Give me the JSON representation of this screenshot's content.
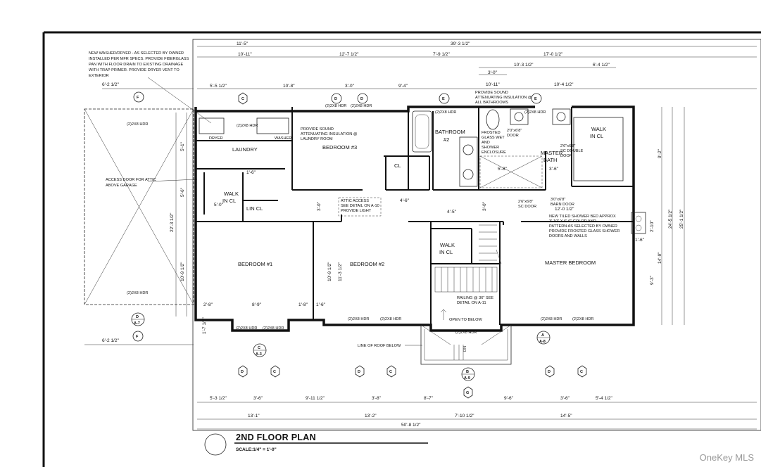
{
  "title": "2ND FLOOR PLAN",
  "scale": "SCALE:1/4\" = 1'-0\"",
  "watermark": "OneKey MLS",
  "rooms": {
    "laundry": "LAUNDRY",
    "bedroom3": "BEDROOM #3",
    "bathroom2_a": "BATHROOM",
    "bathroom2_b": "#2",
    "master_bath_a": "MASTER",
    "master_bath_b": "BATH",
    "walk_in_cl_master_a": "WALK",
    "walk_in_cl_master_b": "IN CL",
    "walk_in_cl_left_a": "WALK",
    "walk_in_cl_left_b": "IN CL",
    "lin_cl": "LIN CL",
    "cl": "CL",
    "bedroom1": "BEDROOM #1",
    "bedroom2": "BEDROOM #2",
    "walk_in_cl_center_a": "WALK",
    "walk_in_cl_center_b": "IN CL",
    "master_bedroom": "MASTER BEDROOM",
    "dryer": "DRYER",
    "washer": "WASHER"
  },
  "notes": {
    "washer_dryer": [
      "NEW WASHER/DRYER - AS SELECTED BY OWNER",
      "INSTALLED PER MFR SPECS. PROVIDE FIBERGLASS",
      "PAN WITH FLOOR DRAIN TO EXISTING DRAINAGE",
      "WITH TRAP PRIMER. PROVIDE DRYER VENT TO",
      "EXTERIOR"
    ],
    "laundry_insulation": [
      "PROVIDE SOUND",
      "ATTENUATING INSULATION @",
      "LAUNDRY ROOM"
    ],
    "bath_insulation": [
      "PROVIDE SOUND",
      "ATTENUATING INSULATION @",
      "ALL BATHROOMS"
    ],
    "attic_access": [
      "ACCESS DOOR FOR ATTIC",
      "ABOVE GARAGE"
    ],
    "attic_access2": [
      "ATTIC ACCESS",
      "SEE DETAIL ON A-10",
      "PROVIDE LIGHT"
    ],
    "frosted_glass": [
      "FROSTED",
      "GLASS WET",
      "AND",
      "SHOWER",
      "ENCLOSURE"
    ],
    "tiled_shower": [
      "NEW TILED SHOWER BED APPROX",
      "3'-10\" X 6'-6\" COLOR AND",
      "PATTERN AS SELECTED BY OWNER",
      "PROVIDE FROSTED GLASS SHOWER",
      "DOORS AND WALLS"
    ],
    "railing": [
      "RAILING @ 36\" SEE",
      "DETAIL ON A-11"
    ],
    "open_below": "OPEN TO BELOW",
    "roof_below": "LINE OF ROOF BELOW",
    "barn_door": [
      "3'0\"x6'8\"",
      "BARN DOOR"
    ],
    "double_door": [
      "2'6\"x6'8\"",
      "SC DOUBLE",
      "DOOR"
    ],
    "door_20": [
      "2'0\"x6'8\"",
      "DOOR"
    ],
    "door_26_sc": [
      "2'6\"x6'8\"",
      "SC DOOR"
    ],
    "dn": "DN"
  },
  "headers": {
    "h1": "(2)2X8 HDR",
    "h2": "(2)2X8 HDR",
    "h3": "(2)2X8 HDR",
    "h4": "(2)2X8 HDR",
    "h5": "(2)2X8 HDR",
    "h6": "(2)2X8 HDR",
    "h7": "(2)2X8 HDR",
    "h8": "(2)2X8 HDR",
    "h9": "(2)2X8 HDR",
    "h10": "(2)2X8 HDR",
    "h11": "(2)2X8 HDR",
    "h12": "(2)2X8 HDR",
    "h13": "(2)2X8 HDR",
    "h14": "(2)2X8 HDR"
  },
  "dimensions": {
    "top_total": "39'-3 1/2\"",
    "top_11_5": "11'-5\"",
    "top_10_11": "10'-11\"",
    "top_12_7": "12'-7 1/2\"",
    "top_7_9": "7'-9 1/2\"",
    "top_17_0": "17'-0 1/2\"",
    "top_10_3": "10'-3 1/2\"",
    "top_6_4": "6'-4 1/2\"",
    "top_3_0": "3'-0\"",
    "top_10_11b": "10'-11\"",
    "top_10_4": "10'-4 1/2\"",
    "top_5_5": "5'-5 1/2\"",
    "top_10_8": "10'-8\"",
    "top_3_0b": "3'-0\"",
    "top_9_4": "9'-4\"",
    "left_6_2": "6'-2 1/2\"",
    "left_6_2b": "6'-2 1/2\"",
    "left_5_1": "5'-1\"",
    "left_22_3": "22'-3 1/2\"",
    "left_5_6": "5'-6\"",
    "left_10_9": "10'-9 1/2\"",
    "left_1_7": "1'-7 1/2\"",
    "in_1_6": "1'-6\"",
    "in_5_0": "5'-0\"",
    "in_4_6": "4'-6\"",
    "in_2_8": "2'-8\"",
    "in_8_9": "8'-9\"",
    "in_1_8": "1'-8\"",
    "in_1_6b": "1'-6\"",
    "in_10_9": "10'-9 1/2\"",
    "in_11_3": "11'-3 1/2\"",
    "in_3_0": "3'-0\"",
    "in_3_0b": "3'-0\"",
    "in_4_5": "4'-5\"",
    "in_3_6": "3'-6\"",
    "in_12_0": "12'-0 1/2\"",
    "in_5_8": "5'-8\"",
    "right_9_2": "9'-2\"",
    "right_2_10": "2'-10\"",
    "right_1_6": "1'-6\"",
    "right_14_9": "14'-9\"",
    "right_9_3": "9'-3\"",
    "right_24_5": "24'-5 1/2\"",
    "right_25_1": "25'-1 1/2\"",
    "bot_5_3": "5'-3 1/2\"",
    "bot_3_6": "3'-6\"",
    "bot_9_11": "9'-11 1/2\"",
    "bot_3_8": "3'-8\"",
    "bot_8_7": "8'-7\"",
    "bot_9_6": "9'-6\"",
    "bot_3_6b": "3'-6\"",
    "bot_5_4": "5'-4 1/2\"",
    "bot_13_1": "13'-1\"",
    "bot_13_2": "13'-2\"",
    "bot_7_10": "7'-10 1/2\"",
    "bot_14_5": "14'-5\"",
    "bot_total": "50'-8 1/2\""
  },
  "markers": {
    "F": "F",
    "C": "C",
    "D": "D",
    "E": "E",
    "G": "G",
    "A": "A",
    "B": "B",
    "A7": "A-7",
    "A9": "A-9",
    "A8": "A-8",
    "A3": "A-3"
  }
}
